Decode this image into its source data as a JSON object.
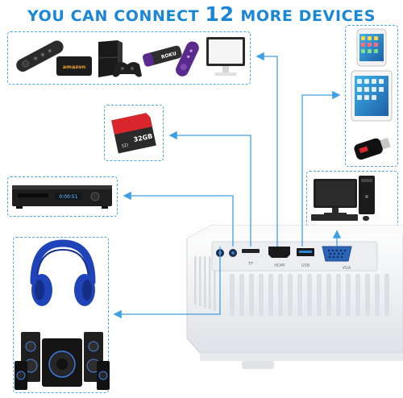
{
  "headline": {
    "prefix": "YOU CAN CONNECT ",
    "number": "12",
    "suffix": " MORE DEVICES"
  },
  "labels": {
    "firestick_brand": "amazon",
    "roku_brand": "ROKU",
    "sd_capacity": "32GB",
    "sd_class": "SD",
    "dvd_display": "0:00:51",
    "port_tf": "TF",
    "port_hdmi": "HDMI",
    "port_usb": "USB",
    "port_vga": "VGA"
  },
  "colors": {
    "accent": "#1a87d6",
    "dashed_border": "#4aa6e6",
    "arrow": "#3ea0e4",
    "projector_body": "#f2f3f5",
    "headphone_blue": "#1f43b8",
    "sd_red": "#d8262c"
  },
  "icons": [
    "fire-stick-remote",
    "game-console",
    "gamepad",
    "roku-stick",
    "roku-remote",
    "monitor",
    "smartphone",
    "tablet",
    "usb-flash-drive",
    "sd-card",
    "dvd-player",
    "desktop-computer",
    "headphones",
    "speaker-system",
    "projector"
  ]
}
